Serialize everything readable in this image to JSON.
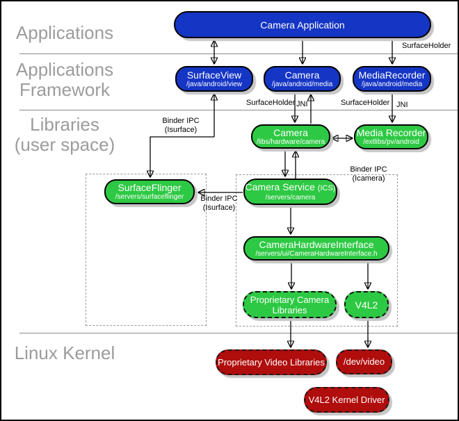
{
  "colors": {
    "app_blue": "#1535c4",
    "lib_green": "#2ec944",
    "kernel_red": "#b00d0d",
    "layer_label_gray": "#9c9c9c"
  },
  "layers": {
    "applications": "Applications",
    "framework_line1": "Applications",
    "framework_line2": "Framework",
    "libraries_line1": "Libraries",
    "libraries_line2": "(user space)",
    "kernel": "Linux Kernel"
  },
  "nodes": {
    "camera_application": {
      "title": "Camera Application"
    },
    "surface_view": {
      "title": "SurfaceView",
      "subtitle": "/java/android/view"
    },
    "camera_java": {
      "title": "Camera",
      "subtitle": "/java/android/media"
    },
    "media_recorder_java": {
      "title": "MediaRecorder",
      "subtitle": "/java/android/media"
    },
    "camera_lib": {
      "title": "Camera",
      "subtitle": "/libs/hardware/camera"
    },
    "media_recorder_lib": {
      "title": "Media Recorder",
      "subtitle": "/extlibs/pv/android"
    },
    "surface_flinger": {
      "title": "SurfaceFlinger",
      "subtitle": "/servers/surfaceflinger"
    },
    "camera_service": {
      "title": "Camera Service",
      "suffix": "(ICS)",
      "subtitle": "/servers/camera"
    },
    "camera_hardware_interface": {
      "title": "CameraHardwareInterface",
      "subtitle": "/servers/ui/CameraHardwareInterface.h"
    },
    "proprietary_camera_libraries": {
      "title": "Proprietary Camera Libraries"
    },
    "v4l2": {
      "title": "V4L2"
    },
    "proprietary_video_libraries": {
      "title": "Proprietary Video Libraries"
    },
    "dev_video": {
      "title": "/dev/video"
    },
    "v4l2_kernel_driver": {
      "title": "V4L2 Kernel Driver"
    }
  },
  "edge_labels": {
    "surfaceholder_top": "SurfaceHolder",
    "surfaceholder_camera": "SurfaceHolder",
    "jni_camera": "JNI",
    "surfaceholder_mediarecorder": "SurfaceHolder",
    "jni_mediarecorder": "JNI",
    "binder_isurface_upper_line1": "Binder IPC",
    "binder_isurface_upper_line2": "(Isurface)",
    "binder_isurface_lower_line1": "Binder IPC",
    "binder_isurface_lower_line2": "(Isurface)",
    "binder_icamera_line1": "Binder IPC",
    "binder_icamera_line2": "(Icamera)"
  }
}
